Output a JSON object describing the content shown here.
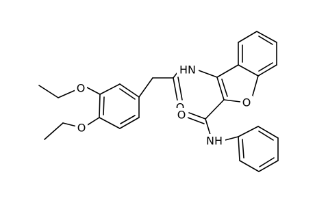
{
  "molecule": {
    "atoms": {
      "nh_amide_upper": "HN",
      "o_carbonyl_upper": "O",
      "o_furan": "O",
      "o_carbonyl_lower": "O",
      "nh_amide_lower": "NH",
      "o_ethoxy_top": "O",
      "o_ethoxy_bottom": "O"
    }
  }
}
